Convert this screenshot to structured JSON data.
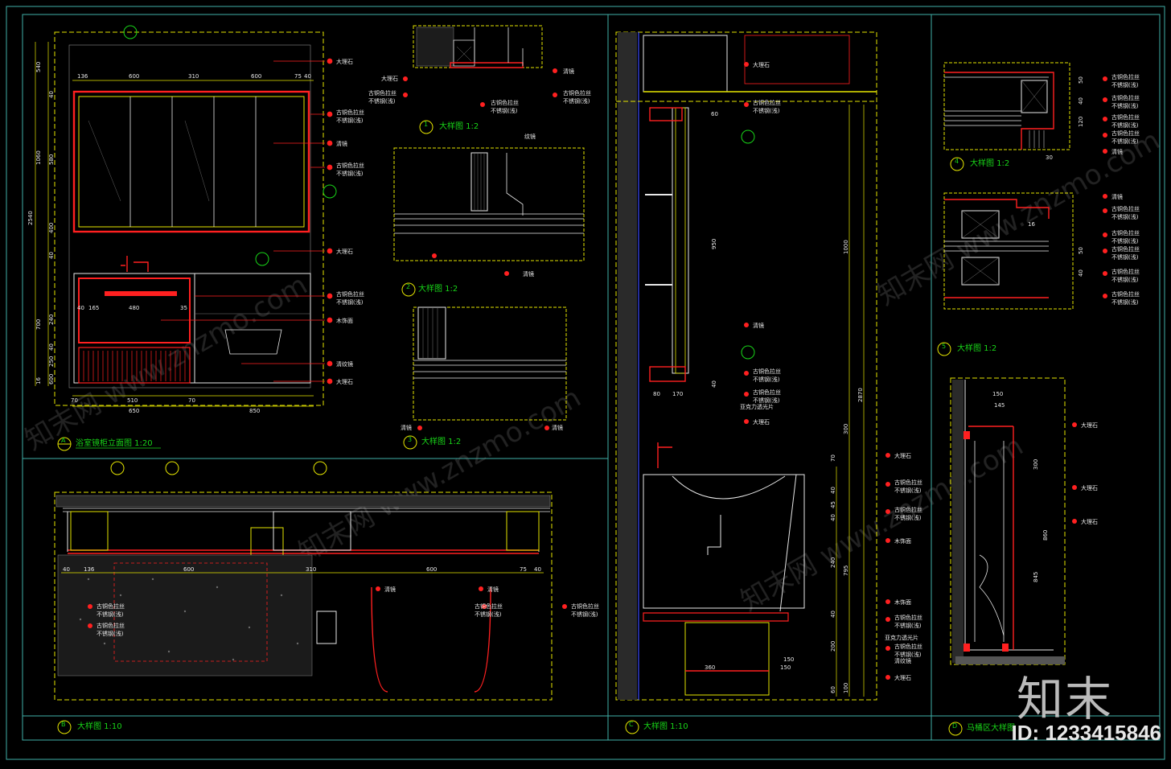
{
  "colors": {
    "bg": "#000000",
    "frame": "#3fb0a8",
    "yellow": "#e5e500",
    "red": "#ff2020",
    "green": "#18d418",
    "white": "#e8e8e8"
  },
  "brand": "知末",
  "sheet_id": "ID: 1233415846",
  "watermark": "知末网 www.znzmo.com",
  "titles": {
    "A": {
      "tag": "A",
      "text": "浴室镜柜立面图 1:20"
    },
    "B": {
      "tag": "B",
      "text": "大样图 1:10"
    },
    "C": {
      "tag": "C",
      "text": "大样图 1:10"
    },
    "D": {
      "tag": "D",
      "text": "马桶区大样图"
    },
    "d1": {
      "tag": "1",
      "text": "大样图 1:2"
    },
    "d2": {
      "tag": "2",
      "text": "大样图 1:2"
    },
    "d3": {
      "tag": "3",
      "text": "大样图 1:2"
    },
    "d4": {
      "tag": "4",
      "text": "大样图 1:2"
    },
    "d5": {
      "tag": "5",
      "text": "大样图 1:2"
    }
  },
  "materials": {
    "marble": "大理石",
    "mirror": "清镜",
    "copper": "古铜色拉丝",
    "steel": "不锈钢(浅)",
    "veneer": "木饰面",
    "textured": "纹镜",
    "acrylic": "亚克力透光片",
    "textured_mirror": "清纹镜"
  },
  "dims": {
    "a_top": [
      "136",
      "600",
      "310",
      "600",
      "75",
      "40"
    ],
    "a_left": [
      "540",
      "40",
      "1060",
      "580",
      "2540",
      "400",
      "40",
      "700",
      "240",
      "40",
      "250",
      "16",
      "600"
    ],
    "a_cab": [
      "40",
      "165",
      "480",
      "35"
    ],
    "a_bottom1": [
      "70",
      "510",
      "70"
    ],
    "a_bottom2": [
      "650",
      "850"
    ],
    "b_top": [
      "40",
      "136",
      "600",
      "310",
      "600",
      "75",
      "40"
    ],
    "c_mid": [
      "950",
      "1000",
      "2870",
      "300"
    ],
    "c_small": [
      "60",
      "80",
      "40",
      "170"
    ],
    "c_low": [
      "70",
      "40",
      "45",
      "40",
      "240",
      "795",
      "40",
      "200",
      "60",
      "100",
      "150"
    ],
    "c_bot": [
      "360",
      "150"
    ],
    "d_dims": [
      "150",
      "145",
      "300",
      "860",
      "845"
    ],
    "d4_dims": [
      "50",
      "40",
      "120",
      "30"
    ],
    "d5_dims": [
      "16",
      "50",
      "40"
    ]
  }
}
